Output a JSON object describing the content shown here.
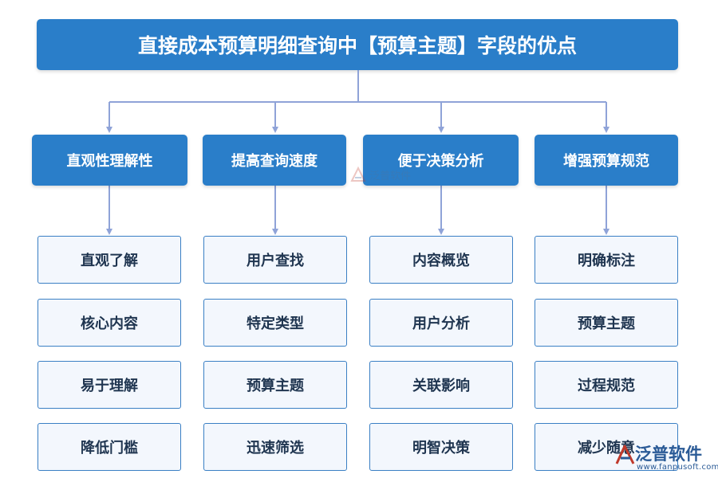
{
  "title": "直接成本预算明细查询中【预算主题】字段的优点",
  "categories": [
    {
      "label": "直观性理解性",
      "items": [
        "直观了解",
        "核心内容",
        "易于理解",
        "降低门槛"
      ]
    },
    {
      "label": "提高查询速度",
      "items": [
        "用户查找",
        "特定类型",
        "预算主题",
        "迅速筛选"
      ]
    },
    {
      "label": "便于决策分析",
      "items": [
        "内容概览",
        "用户分析",
        "关联影响",
        "明智决策"
      ]
    },
    {
      "label": "增强预算规范",
      "items": [
        "明确标注",
        "预算主题",
        "过程规范",
        "减少随意"
      ]
    }
  ],
  "watermark": {
    "brand": "泛普软件",
    "url": "www.fanpusoft.com",
    "icon": "fanpu-logo-icon"
  },
  "colors": {
    "box_fill": "#2a7ec9",
    "item_border": "#3a7fc4",
    "item_fill": "#f3f7fd",
    "connector": "#8fa3d8"
  }
}
